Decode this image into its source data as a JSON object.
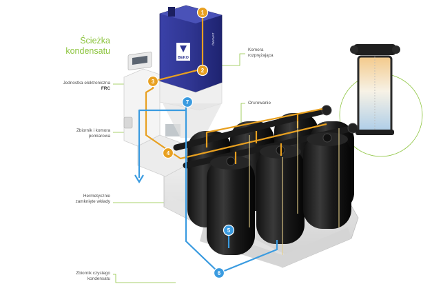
{
  "title": {
    "line1": "Ścieżka",
    "line2": "kondensatu"
  },
  "labels": {
    "electronic_unit": {
      "line1": "Jednostka elektroniczna",
      "line2": "FRC"
    },
    "tank": {
      "line1": "Zbiornik i komora",
      "line2": "pomiarowa"
    },
    "cartridges": {
      "line1": "Hermetycznie",
      "line2": "zamknięte wkłady"
    },
    "clean_tank": {
      "line1": "Zbiornik czystego",
      "line2": "kondensatu"
    },
    "chamber": {
      "line1": "Komora",
      "line2": "rozprężająca"
    },
    "piping": "Orurowanie"
  },
  "brand": {
    "logo": "BEKO",
    "model": "ÖWAMAT"
  },
  "steps": [
    "1",
    "2",
    "3",
    "4",
    "5",
    "6",
    "7"
  ],
  "colors": {
    "orange": "#e8a020",
    "blue": "#3a9be0",
    "green": "#8cc43d",
    "navy": "#2f3591"
  }
}
